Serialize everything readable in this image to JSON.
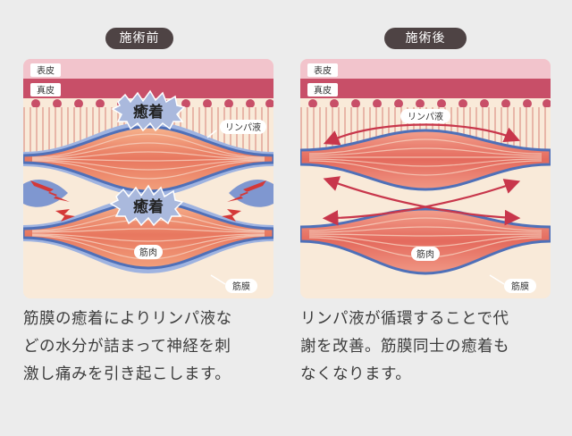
{
  "before": {
    "title": "施術前",
    "labels": {
      "epidermis": "表皮",
      "dermis": "真皮",
      "lymph": "リンパ液",
      "adhesion_top": "癒着",
      "adhesion_bottom": "癒着",
      "muscle": "筋肉",
      "fascia": "筋膜"
    },
    "caption_lines": [
      "筋膜の癒着によりリンパ液な",
      "どの水分が詰まって神経を刺",
      "激し痛みを引き起こします。"
    ]
  },
  "after": {
    "title": "施術後",
    "labels": {
      "epidermis": "表皮",
      "dermis": "真皮",
      "lymph": "リンパ液",
      "muscle": "筋肉",
      "fascia": "筋膜"
    },
    "caption_lines": [
      "リンパ液が循環することで代",
      "謝を改善。筋膜同士の癒着も",
      "なくなります。"
    ]
  },
  "colors": {
    "background": "#ececec",
    "badge": "#4e4344",
    "epidermis": "#f2c4cc",
    "dermis": "#c84f68",
    "hair_bg": "#f9ead9",
    "stripe": "#e8b6a8",
    "fascia": "#4f70b8",
    "fascia_light": "#9fb3e0",
    "muscle": "#e8775f",
    "muscle_light": "#f4a889",
    "lymph_arrow": "#c8364b",
    "lightning": "#d43838",
    "adhesion_cloud": "#aab9dd",
    "caption": "#3c3c3c"
  }
}
